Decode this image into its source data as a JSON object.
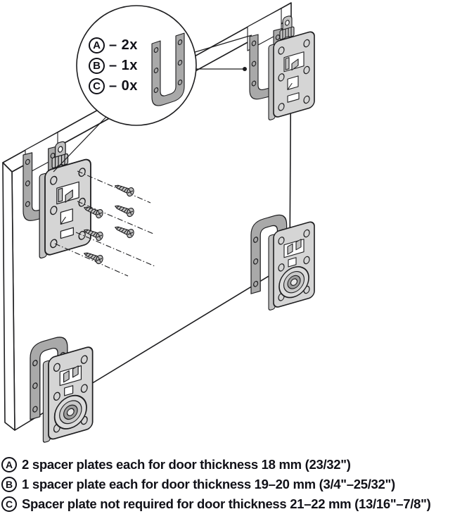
{
  "callout": {
    "items": [
      {
        "letter": "A",
        "count": "– 2x"
      },
      {
        "letter": "B",
        "count": "– 1x"
      },
      {
        "letter": "C",
        "count": "– 0x"
      }
    ]
  },
  "notes": [
    {
      "letter": "A",
      "text": "2 spacer plates each for door thickness 18 mm (23/32\")"
    },
    {
      "letter": "B",
      "text": "1 spacer plate each for door thickness 19–20 mm (3/4\"–25/32\")"
    },
    {
      "letter": "C",
      "text": "Spacer plate not required for door thickness 21–22 mm (13/16\"–7/8\")"
    }
  ],
  "colors": {
    "background": "#ffffff",
    "line": "#1d1d1f",
    "text": "#111118",
    "plate": "#d5d5d5",
    "plate_dark": "#c2c2c2",
    "spacer": "#a9a9a9"
  }
}
